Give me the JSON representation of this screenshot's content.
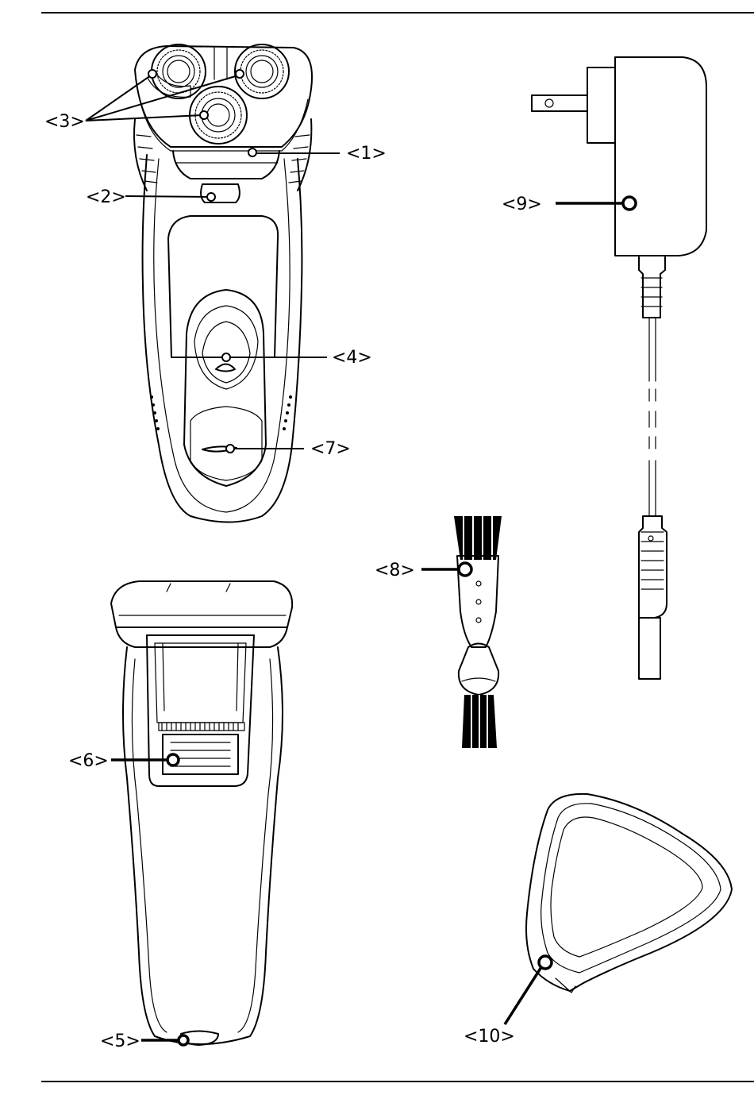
{
  "labels": {
    "l1": "<1>",
    "l2": "<2>",
    "l3": "<3>",
    "l4": "<4>",
    "l5": "<5>",
    "l6": "<6>",
    "l7": "<7>",
    "l8": "<8>",
    "l9": "<9>",
    "l10": "<10>"
  }
}
